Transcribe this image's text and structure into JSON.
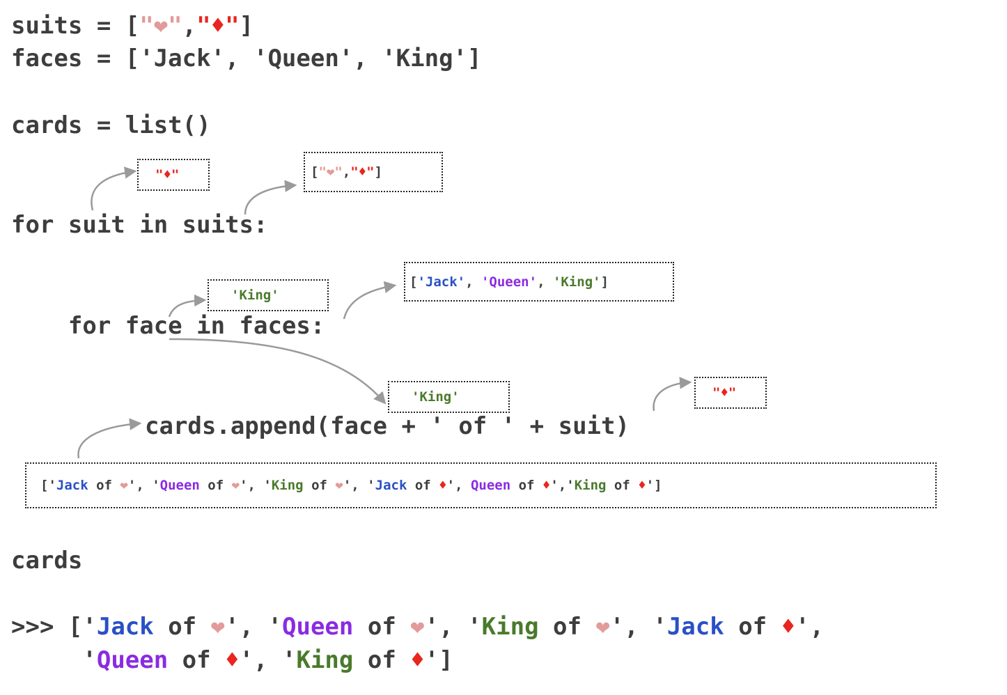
{
  "code": {
    "suits_pre": "suits = [",
    "suits_heart": "\"❤\"",
    "suits_comma": ",",
    "suits_diamond": "\"♦\"",
    "suits_post": "]",
    "faces_line": "faces = ['Jack', 'Queen', 'King']",
    "cards_init": "cards = list()",
    "for_suit": "for suit in suits:",
    "for_face": "    for face in faces:",
    "append_line": "cards.append(face + ' of ' + suit)",
    "cards_line": "cards"
  },
  "boxes": {
    "suit_value": "\"♦\"",
    "suits_list": {
      "open": "[",
      "heart": "\"❤\"",
      "comma": ",",
      "diamond": "\"♦\"",
      "close": "]"
    },
    "face_value": "'King'",
    "faces_list": {
      "open": "[",
      "jack": "'Jack'",
      "sep1": ", ",
      "queen": "'Queen'",
      "sep2": ", ",
      "king": "'King'",
      "close": "]"
    },
    "append_face": "'King'",
    "append_suit": "\"♦\""
  },
  "cards_box": {
    "items": [
      {
        "pre": "['",
        "face": "Jack",
        "of": " of ",
        "sym": "❤",
        "post": "', "
      },
      {
        "pre": "'",
        "face": "Queen",
        "of": " of ",
        "sym": "❤",
        "post": "', "
      },
      {
        "pre": "'",
        "face": "King",
        "of": " of ",
        "sym": "❤",
        "post": "', "
      },
      {
        "pre": "'",
        "face": "Jack",
        "of": " of ",
        "sym": "♦",
        "post": "', "
      },
      {
        "pre": "",
        "face": "Queen",
        "of": " of ",
        "sym": "♦",
        "post": "',"
      },
      {
        "pre": "'",
        "face": "King",
        "of": " of ",
        "sym": "♦",
        "post": "']"
      }
    ]
  },
  "output": {
    "prompt": ">>> ",
    "line1": [
      {
        "pre": "['",
        "face": "Jack",
        "of": " of ",
        "sym": "❤",
        "post": "', "
      },
      {
        "pre": "'",
        "face": "Queen",
        "of": " of ",
        "sym": "❤",
        "post": "', "
      },
      {
        "pre": "'",
        "face": "King",
        "of": " of ",
        "sym": "❤",
        "post": "', "
      },
      {
        "pre": "'",
        "face": "Jack",
        "of": " of ",
        "sym": "♦",
        "post": "',"
      }
    ],
    "line2_indent": "     ",
    "line2": [
      {
        "pre": "'",
        "face": "Queen",
        "of": " of ",
        "sym": "♦",
        "post": "', "
      },
      {
        "pre": "'",
        "face": "King",
        "of": " of ",
        "sym": "♦",
        "post": "']"
      }
    ]
  },
  "colors": {
    "jack": "#2a50c5",
    "queen": "#8a2be2",
    "king": "#4a7a2c",
    "heart": "#e39a9a",
    "diamond": "#e8261f",
    "arrow": "#9a9a9a"
  }
}
